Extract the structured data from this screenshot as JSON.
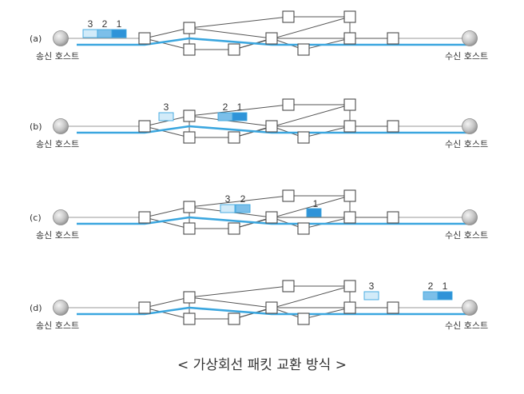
{
  "caption": "< 가상회선 패킷 교환 방식 >",
  "labels": {
    "sender": "송신 호스트",
    "receiver": "수신 호스트"
  },
  "colors": {
    "path": "#3aa6df",
    "link": "#555555",
    "packet_dark": "#2f93d8",
    "packet_mid": "#7cbfe9",
    "packet_light": "#d2ebf9"
  },
  "panels": [
    {
      "id": "a",
      "tag": "(a)",
      "packets": [
        {
          "num": "3",
          "shade": "light"
        },
        {
          "num": "2",
          "shade": "mid"
        },
        {
          "num": "1",
          "shade": "dark"
        }
      ]
    },
    {
      "id": "b",
      "tag": "(b)",
      "packets": [
        {
          "num": "3",
          "shade": "light"
        },
        {
          "num": "2",
          "shade": "mid"
        },
        {
          "num": "1",
          "shade": "dark"
        }
      ]
    },
    {
      "id": "c",
      "tag": "(c)",
      "packets": [
        {
          "num": "3",
          "shade": "light"
        },
        {
          "num": "2",
          "shade": "mid"
        },
        {
          "num": "1",
          "shade": "dark"
        }
      ]
    },
    {
      "id": "d",
      "tag": "(d)",
      "packets": [
        {
          "num": "3",
          "shade": "light"
        },
        {
          "num": "2",
          "shade": "mid"
        },
        {
          "num": "1",
          "shade": "dark"
        }
      ]
    }
  ]
}
